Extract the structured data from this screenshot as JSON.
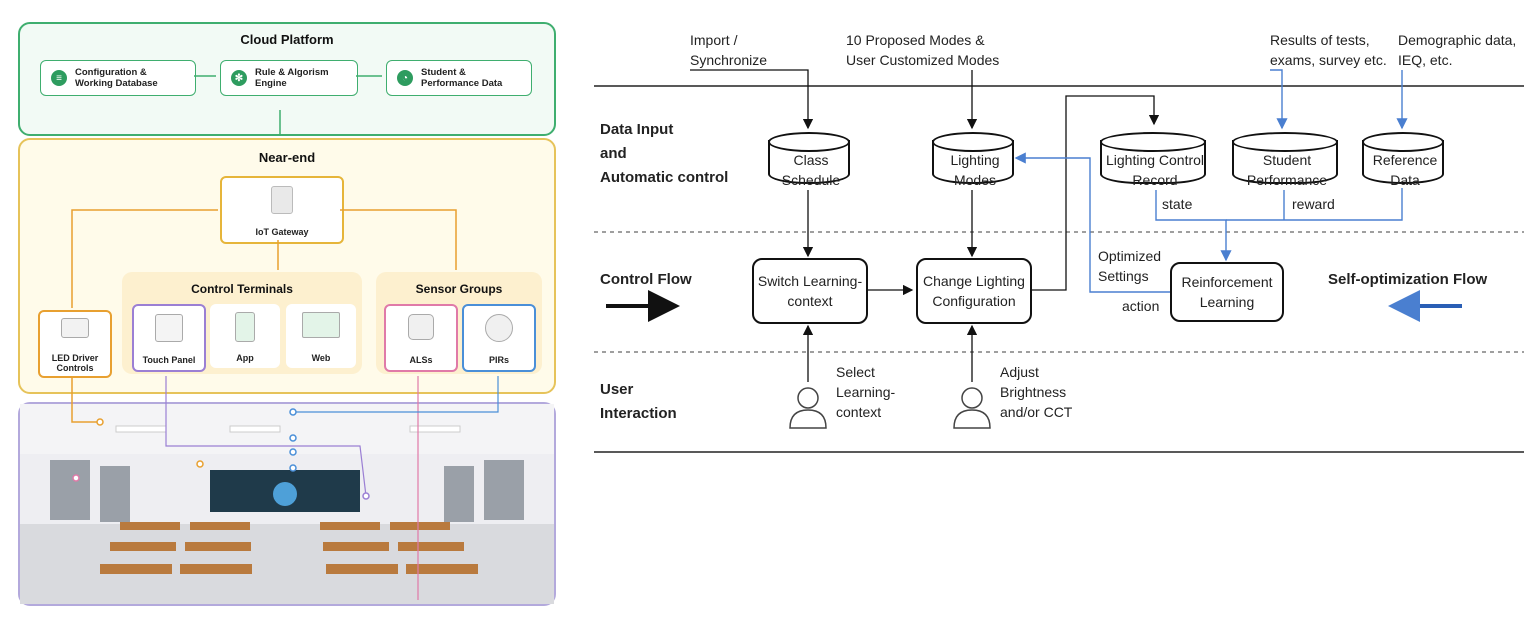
{
  "left": {
    "cloud": {
      "title": "Cloud Platform",
      "boxes": [
        {
          "label": "Configuration &\nWorking Database",
          "icon": "database-icon"
        },
        {
          "label": "Rule & Algorism\nEngine",
          "icon": "gear-icon"
        },
        {
          "label": "Student &\nPerformance Data",
          "icon": "pie-chart-icon"
        }
      ]
    },
    "near": {
      "title": "Near-end",
      "gateway": "IoT Gateway",
      "control_title": "Control Terminals",
      "sensor_title": "Sensor Groups",
      "led": "LED Driver\nControls",
      "terminals": [
        "Touch Panel",
        "App",
        "Web"
      ],
      "sensors": [
        "ALSs",
        "PIRs"
      ]
    }
  },
  "right": {
    "top_labels": {
      "import": "Import /\nSynchronize",
      "modes": "10 Proposed Modes &\nUser Customized Modes",
      "results": "Results of tests,\nexams, survey etc.",
      "demographic": "Demographic data,\nIEQ, etc."
    },
    "rows": {
      "data": "Data Input\nand\nAutomatic control",
      "control": "Control Flow",
      "user": "User\nInteraction",
      "self": "Self-optimization Flow"
    },
    "databases": {
      "class": "Class\nSchedule",
      "lighting": "Lighting\nModes",
      "record": "Lighting Control\nRecord",
      "student": "Student\nPerformance",
      "reference": "Reference\nData"
    },
    "nodes": {
      "switch": "Switch Learning-\ncontext",
      "change": "Change Lighting\nConfiguration",
      "rl": "Reinforcement\nLearning"
    },
    "edge_labels": {
      "state": "state",
      "reward": "reward",
      "optimized": "Optimized\nSettings",
      "action": "action"
    },
    "users": {
      "select": "Select\nLearning-\ncontext",
      "adjust": "Adjust\nBrightness\nand/or CCT"
    }
  },
  "colors": {
    "cloud": "#3fae6f",
    "near": "#e6c35a",
    "orange_line": "#e8a030",
    "purple_line": "#9b7fd4",
    "pink_line": "#e07aa8",
    "blue_line": "#4a8fd8",
    "flow_blue": "#2a5fb5"
  }
}
